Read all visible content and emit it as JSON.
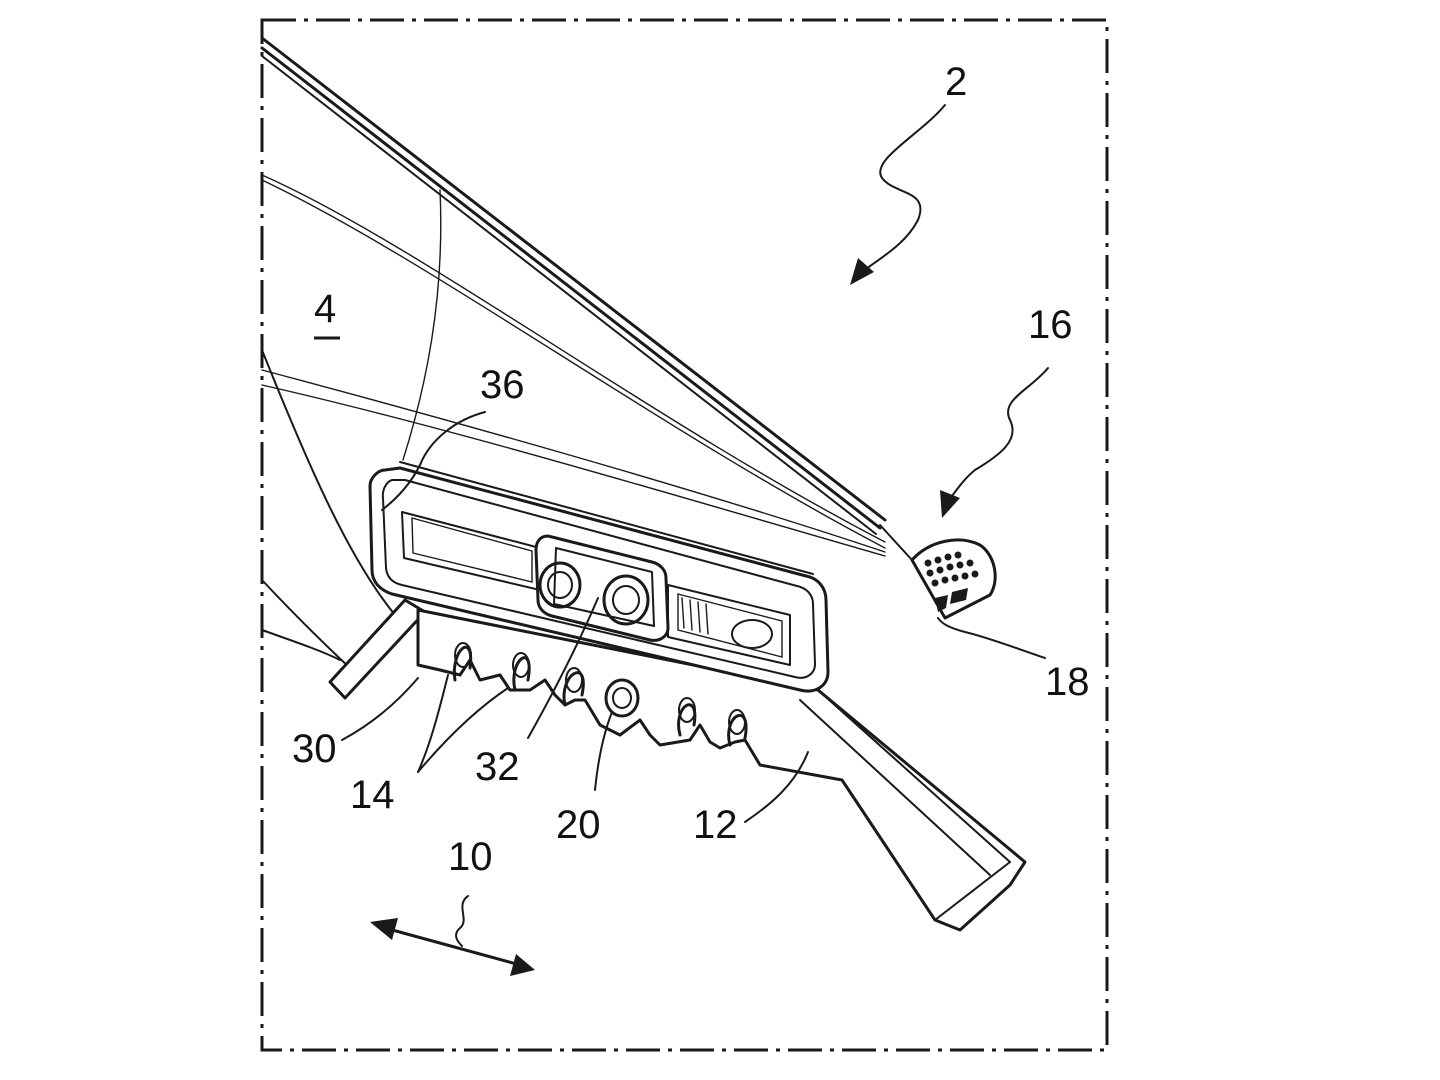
{
  "figure": {
    "reference_numerals": {
      "device": "2",
      "body": "4",
      "direction": "10",
      "carrier": "12",
      "teeth": "14",
      "tab_assembly": "16",
      "tab": "18",
      "fastener": "20",
      "strip": "30",
      "button": "32",
      "housing": "36"
    }
  },
  "colors": {
    "ink": "#1a1a1a",
    "paper": "#ffffff"
  }
}
